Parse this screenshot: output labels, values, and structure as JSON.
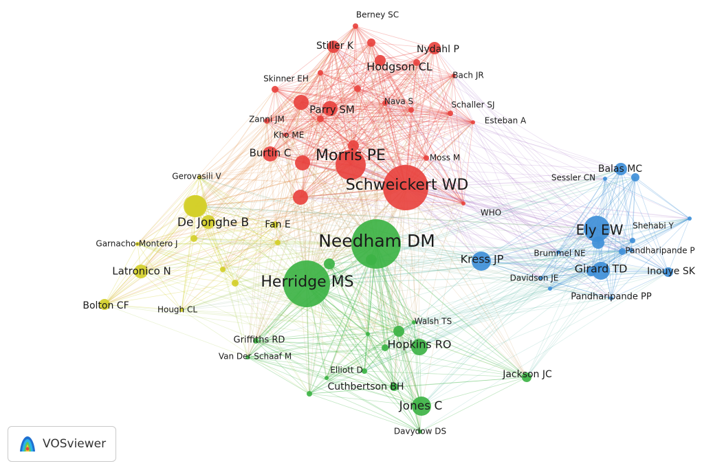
{
  "colors": {
    "red": "#e8433f",
    "green": "#3db345",
    "blue": "#3f8fd8",
    "yellow": "#d4cf2a"
  },
  "logo": {
    "text": "VOSviewer",
    "icon": "vosviewer-logo-icon"
  },
  "nodes": [
    {
      "id": "berney",
      "label": "Berney SC",
      "cluster": "red",
      "weight": 1
    },
    {
      "id": "stiller",
      "label": "Stiller K",
      "cluster": "red",
      "weight": 2
    },
    {
      "id": "nydahl",
      "label": "Nydahl P",
      "cluster": "red",
      "weight": 2
    },
    {
      "id": "hodgson",
      "label": "Hodgson CL",
      "cluster": "red",
      "weight": 3
    },
    {
      "id": "bach",
      "label": "Bach JR",
      "cluster": "red",
      "weight": 1
    },
    {
      "id": "skinner",
      "label": "Skinner EH",
      "cluster": "red",
      "weight": 1
    },
    {
      "id": "nava",
      "label": "Nava S",
      "cluster": "red",
      "weight": 1
    },
    {
      "id": "schaller",
      "label": "Schaller SJ",
      "cluster": "red",
      "weight": 1
    },
    {
      "id": "parry",
      "label": "Parry SM",
      "cluster": "red",
      "weight": 3
    },
    {
      "id": "zanni",
      "label": "Zanni JM",
      "cluster": "red",
      "weight": 1
    },
    {
      "id": "esteban",
      "label": "Esteban A",
      "cluster": "red",
      "weight": 1
    },
    {
      "id": "kho",
      "label": "Kho ME",
      "cluster": "red",
      "weight": 1
    },
    {
      "id": "burtin",
      "label": "Burtin C",
      "cluster": "red",
      "weight": 3
    },
    {
      "id": "morris",
      "label": "Morris PE",
      "cluster": "red",
      "weight": 5
    },
    {
      "id": "moss",
      "label": "Moss M",
      "cluster": "red",
      "weight": 1
    },
    {
      "id": "schweickert",
      "label": "Schweickert WD",
      "cluster": "red",
      "weight": 6
    },
    {
      "id": "who",
      "label": "WHO",
      "cluster": "red",
      "weight": 1
    },
    {
      "id": "gerovasili",
      "label": "Gerovasili V",
      "cluster": "yellow",
      "weight": 1
    },
    {
      "id": "dejonghe",
      "label": "De Jonghe B",
      "cluster": "yellow",
      "weight": 4
    },
    {
      "id": "fan",
      "label": "Fan E",
      "cluster": "yellow",
      "weight": 2
    },
    {
      "id": "garnacho",
      "label": "Garnacho-Montero J",
      "cluster": "yellow",
      "weight": 1
    },
    {
      "id": "latronico",
      "label": "Latronico N",
      "cluster": "yellow",
      "weight": 3
    },
    {
      "id": "bolton",
      "label": "Bolton CF",
      "cluster": "yellow",
      "weight": 2
    },
    {
      "id": "hough",
      "label": "Hough CL",
      "cluster": "yellow",
      "weight": 1
    },
    {
      "id": "needham",
      "label": "Needham DM",
      "cluster": "green",
      "weight": 7
    },
    {
      "id": "herridge",
      "label": "Herridge MS",
      "cluster": "green",
      "weight": 5
    },
    {
      "id": "griffiths",
      "label": "Griffiths RD",
      "cluster": "green",
      "weight": 1
    },
    {
      "id": "vanderschaaf",
      "label": "Van Der Schaaf M",
      "cluster": "green",
      "weight": 1
    },
    {
      "id": "walsh",
      "label": "Walsh TS",
      "cluster": "green",
      "weight": 1
    },
    {
      "id": "hopkins",
      "label": "Hopkins RO",
      "cluster": "green",
      "weight": 3
    },
    {
      "id": "elliott",
      "label": "Elliott D",
      "cluster": "green",
      "weight": 1
    },
    {
      "id": "cuthbertson",
      "label": "Cuthbertson BH",
      "cluster": "green",
      "weight": 2
    },
    {
      "id": "jackson",
      "label": "Jackson JC",
      "cluster": "green",
      "weight": 2
    },
    {
      "id": "jones",
      "label": "Jones C",
      "cluster": "green",
      "weight": 3
    },
    {
      "id": "davydow",
      "label": "Davydow DS",
      "cluster": "green",
      "weight": 1
    },
    {
      "id": "balas",
      "label": "Balas MC",
      "cluster": "blue",
      "weight": 2
    },
    {
      "id": "sessler",
      "label": "Sessler CN",
      "cluster": "blue",
      "weight": 1
    },
    {
      "id": "ely",
      "label": "Ely EW",
      "cluster": "blue",
      "weight": 4
    },
    {
      "id": "shehabi",
      "label": "Shehabi Y",
      "cluster": "blue",
      "weight": 1
    },
    {
      "id": "pandharipandep",
      "label": "Pandharipande P",
      "cluster": "blue",
      "weight": 1
    },
    {
      "id": "kress",
      "label": "Kress JP",
      "cluster": "blue",
      "weight": 3
    },
    {
      "id": "brummel",
      "label": "Brummel NE",
      "cluster": "blue",
      "weight": 1
    },
    {
      "id": "girard",
      "label": "Girard TD",
      "cluster": "blue",
      "weight": 3
    },
    {
      "id": "inouye",
      "label": "Inouye SK",
      "cluster": "blue",
      "weight": 1
    },
    {
      "id": "davidson",
      "label": "Davidson JE",
      "cluster": "blue",
      "weight": 1
    },
    {
      "id": "pandharipandepp",
      "label": "Pandharipande PP",
      "cluster": "blue",
      "weight": 1
    }
  ]
}
